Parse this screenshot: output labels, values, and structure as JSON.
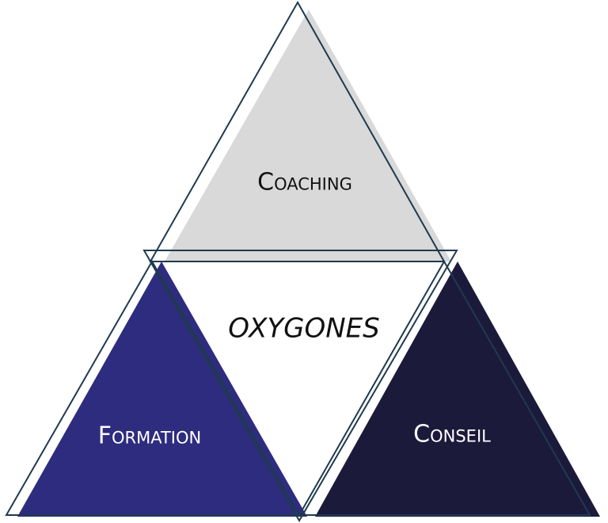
{
  "diagram": {
    "top_label": "Coaching",
    "left_label": "Formation",
    "right_label": "Conseil",
    "center_label": "OXYGONES"
  },
  "colors": {
    "top_fill": "#d9d9d9",
    "left_fill": "#2e2c7e",
    "right_fill": "#1c1a3b",
    "outline": "#1f3a4f",
    "background": "#ffffff"
  }
}
